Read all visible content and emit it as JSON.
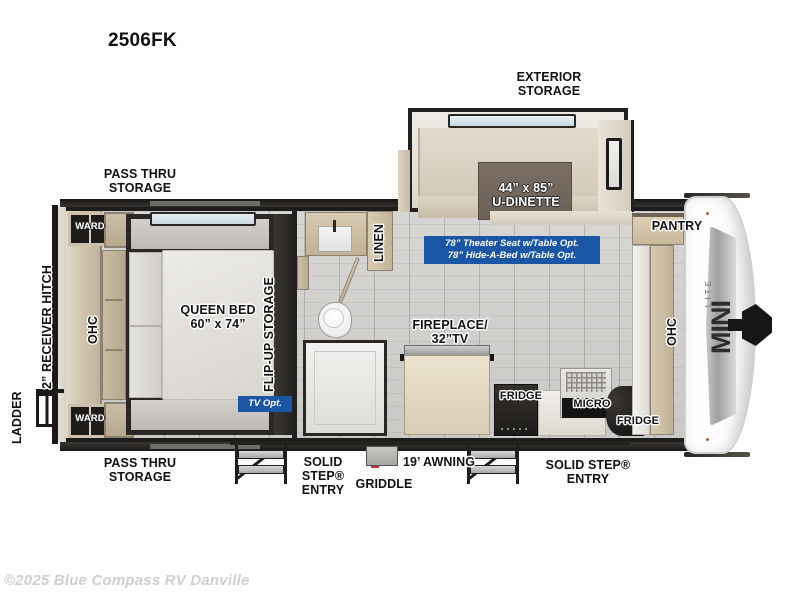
{
  "title": {
    "model": "2506FK"
  },
  "footer": {
    "credit": "©2025 Blue Compass RV Danville"
  },
  "colors": {
    "badge_blue": "#1b56a4",
    "label_black": "#121212",
    "body_outline": "#1c1c1c",
    "floor_gray": "#bdbab5",
    "cabinet_tan": "#cdbfa7",
    "footer_gray": "#cfcfcf"
  },
  "labels": {
    "exterior_storage": "EXTERIOR\nSTORAGE",
    "pass_thru_storage_top": "PASS THRU\nSTORAGE",
    "pass_thru_storage_bottom": "PASS THRU\nSTORAGE",
    "receiver_hitch": "2” RECEIVER HITCH",
    "ladder": "LADDER",
    "ward_top": "WARD",
    "ward_bottom": "WARD",
    "ohc_left": "OHC",
    "ohc_right": "OHC",
    "queen_bed": "QUEEN BED\n60” x 74”",
    "flip_up_storage": "FLIP-UP STORAGE",
    "linen": "LINEN",
    "u_dinette": "44” x 85”\nU-DINETTE",
    "fireplace_tv": "FIREPLACE/\n32”TV",
    "fridge_left": "FRIDGE",
    "micro": "MICRO",
    "fridge_right": "FRIDGE",
    "pantry": "PANTRY",
    "solid_step_entry_left": "SOLID\nSTEP®\nENTRY",
    "solid_step_entry_right": "SOLID STEP®\nENTRY",
    "awning": "19’ AWNING",
    "griddle": "GRIDDLE"
  },
  "option_badges": {
    "dinette_options": "78” Theater Seat w/Table Opt.\n78” Hide-A-Bed w/Table Opt.",
    "tv_option": "TV Opt."
  },
  "brand": {
    "name": "MINI LITE",
    "cap_word": "MINI",
    "cap_sub": "LITE"
  }
}
